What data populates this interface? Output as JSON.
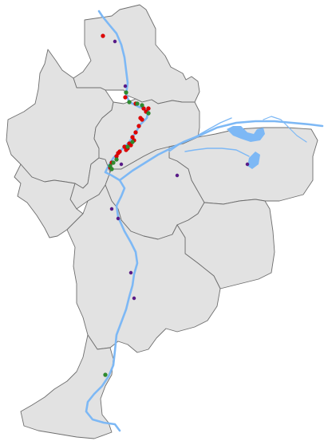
{
  "map": {
    "colors": {
      "background": "#ffffff",
      "district_fill": "#e2e2e2",
      "district_border": "#6e6e6e",
      "water": "#7db8f5",
      "marker_red": "#e00000",
      "marker_green": "#2e8b2e",
      "marker_purple": "#5a1a8a"
    },
    "layers": [
      "district-boundaries",
      "rivers-and-lakes",
      "point-markers"
    ],
    "marker_categories": [
      {
        "name": "red",
        "color": "#e00000",
        "count": 22
      },
      {
        "name": "green",
        "color": "#2e8b2e",
        "count": 12
      },
      {
        "name": "purple",
        "color": "#5a1a8a",
        "count": 9
      }
    ]
  }
}
